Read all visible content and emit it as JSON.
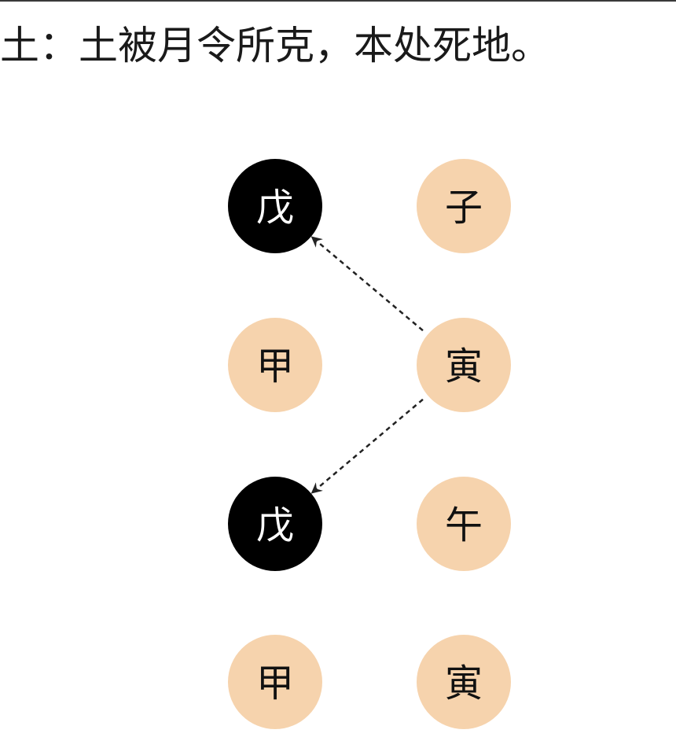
{
  "headline": "土：土被月令所克，本处死地。",
  "colors": {
    "dark_node": "#000000",
    "dark_node_text": "#ffffff",
    "light_node": "#f6d3ad",
    "light_node_text": "#111111",
    "arrow": "#222222"
  },
  "stems": [
    {
      "label": "戊",
      "style": "dark"
    },
    {
      "label": "甲",
      "style": "light"
    },
    {
      "label": "戊",
      "style": "dark"
    },
    {
      "label": "甲",
      "style": "light"
    }
  ],
  "branches": [
    {
      "label": "子",
      "style": "light"
    },
    {
      "label": "寅",
      "style": "light"
    },
    {
      "label": "午",
      "style": "light"
    },
    {
      "label": "寅",
      "style": "light"
    }
  ],
  "arrows": [
    {
      "from": "branches.1",
      "to": "stems.0",
      "line": "dashed"
    },
    {
      "from": "branches.1",
      "to": "stems.2",
      "line": "dashed"
    }
  ]
}
